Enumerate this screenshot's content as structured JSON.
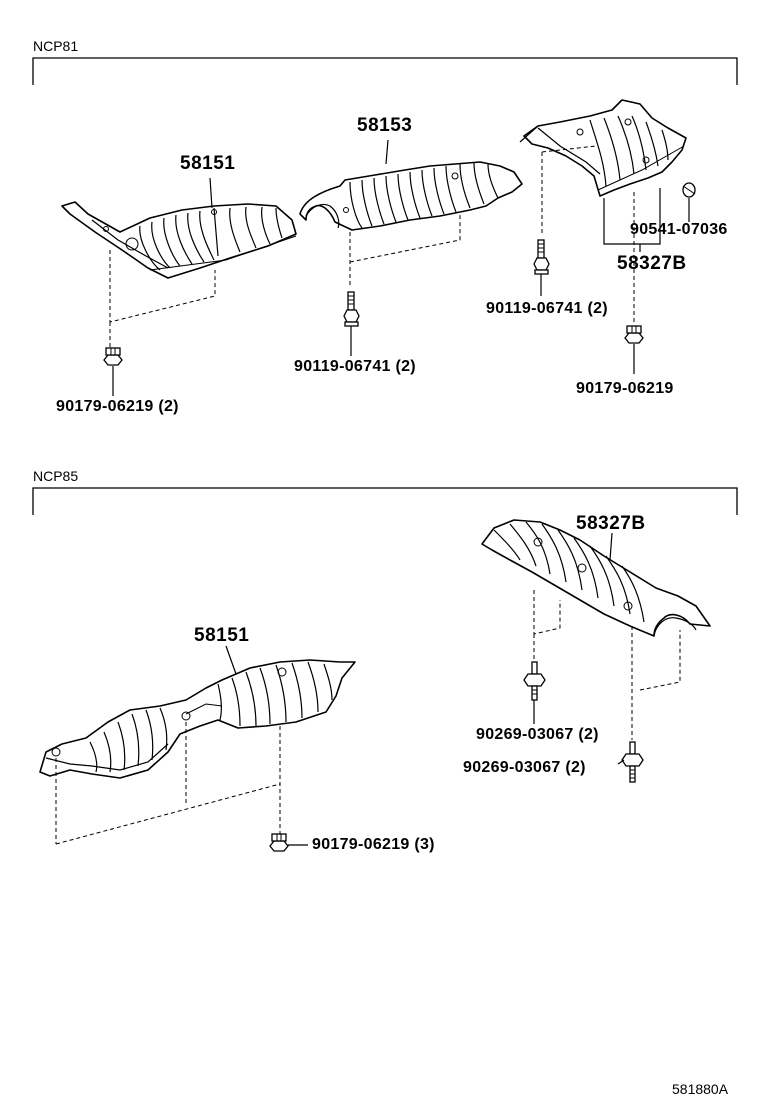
{
  "sections": {
    "ncp81": {
      "label": "NCP81",
      "part_58151": "58151",
      "part_58153": "58153",
      "part_58327b": "58327B",
      "fastener_90541": "90541-07036",
      "fastener_90119_a": "90119-06741 (2)",
      "fastener_90119_b": "90119-06741 (2)",
      "fastener_90179_a": "90179-06219 (2)",
      "fastener_90179_b": "90179-06219"
    },
    "ncp85": {
      "label": "NCP85",
      "part_58151": "58151",
      "part_58327b": "58327B",
      "fastener_90179": "90179-06219 (3)",
      "fastener_90269_a": "90269-03067 (2)",
      "fastener_90269_b": "90269-03067 (2)"
    }
  },
  "figure_id": "581880A",
  "icons": {
    "heat_insulator": "ribbed-heat-insulator-icon",
    "bolt": "bolt-icon",
    "flange_nut": "flange-nut-icon",
    "grommet": "grommet-icon"
  }
}
